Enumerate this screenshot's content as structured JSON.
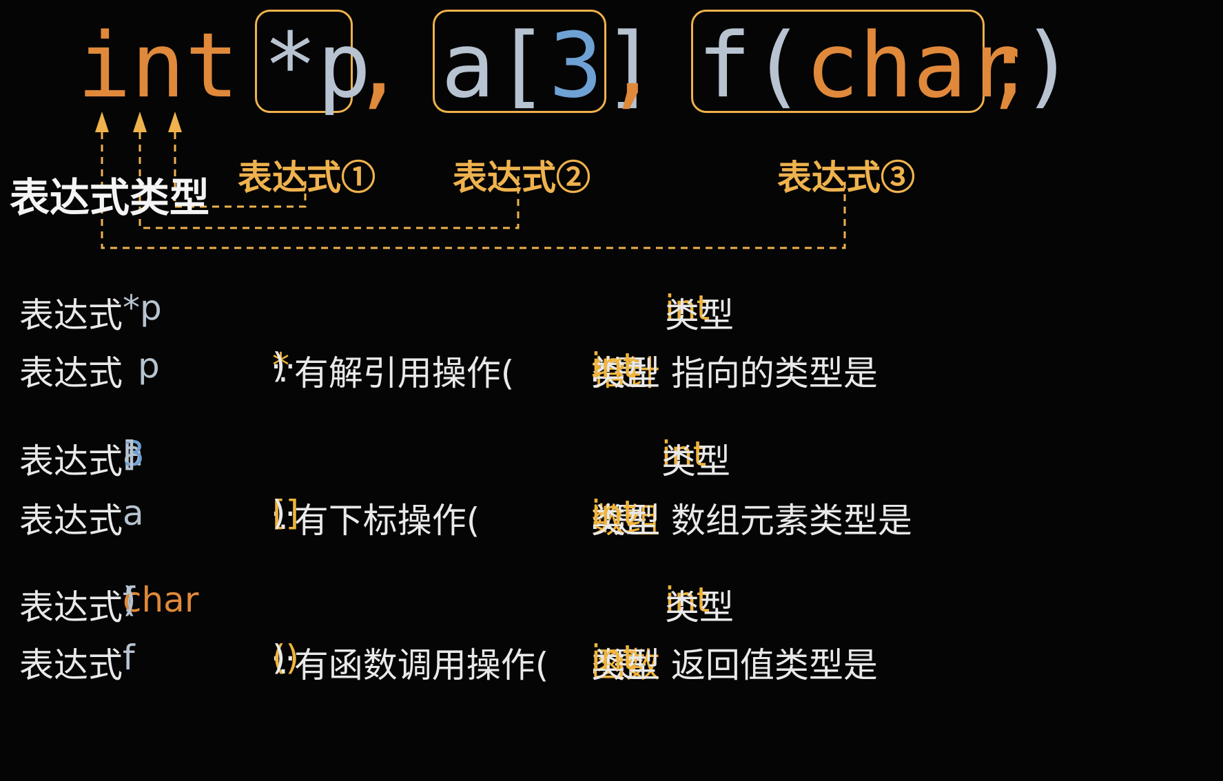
{
  "declaration": {
    "type_kw": "int",
    "expr1": {
      "star": "*",
      "name": "p"
    },
    "comma": ",",
    "expr2": {
      "name": "a",
      "open": "[",
      "num": "3",
      "close": "]"
    },
    "expr3": {
      "name": "f",
      "open": "(",
      "arg": "char",
      "close": ")"
    },
    "semicolon": ";"
  },
  "expr_labels": [
    "表达式①",
    "表达式②",
    "表达式③"
  ],
  "type_label": "表达式类型",
  "rows": [
    {
      "prefix": "表达式",
      "expr": "*p",
      "result_kw": "int",
      "result_tail": "类型"
    },
    {
      "prefix": "表达式",
      "expr": "p",
      "because": "∵有解引用操作(",
      "op": "*",
      "because_end": ")",
      "therefore": "∴是",
      "kind": "指针",
      "kind_tail": "类型 指向的类型是",
      "kw": "int"
    },
    {
      "prefix": "表达式",
      "expr_name": "a",
      "expr_open": "[",
      "expr_num": "3",
      "expr_close": "]",
      "result_kw": "int",
      "result_tail": "类型"
    },
    {
      "prefix": "表达式",
      "expr": "a",
      "because": "∵有下标操作(",
      "op": "[]",
      "because_end": ")",
      "therefore": "∴是",
      "kind": "数组",
      "kind_tail": "类型 数组元素类型是",
      "kw": "int"
    },
    {
      "prefix": "表达式",
      "expr_name": "f",
      "expr_open": "(",
      "expr_arg": "char",
      "expr_close": ")",
      "result_kw": "int",
      "result_tail": "类型"
    },
    {
      "prefix": "表达式",
      "expr": "f",
      "because": "∵有函数调用操作(",
      "op": "()",
      "because_end": ")",
      "therefore": "∴是",
      "kind": "函数",
      "kind_tail": "类型 返回值类型是",
      "kw": "int"
    }
  ],
  "colors": {
    "keyword": "#e0893b",
    "identifier": "#b7c3d0",
    "number": "#6ea1d4",
    "highlight": "#f0b43c",
    "box": "#efb24d"
  }
}
